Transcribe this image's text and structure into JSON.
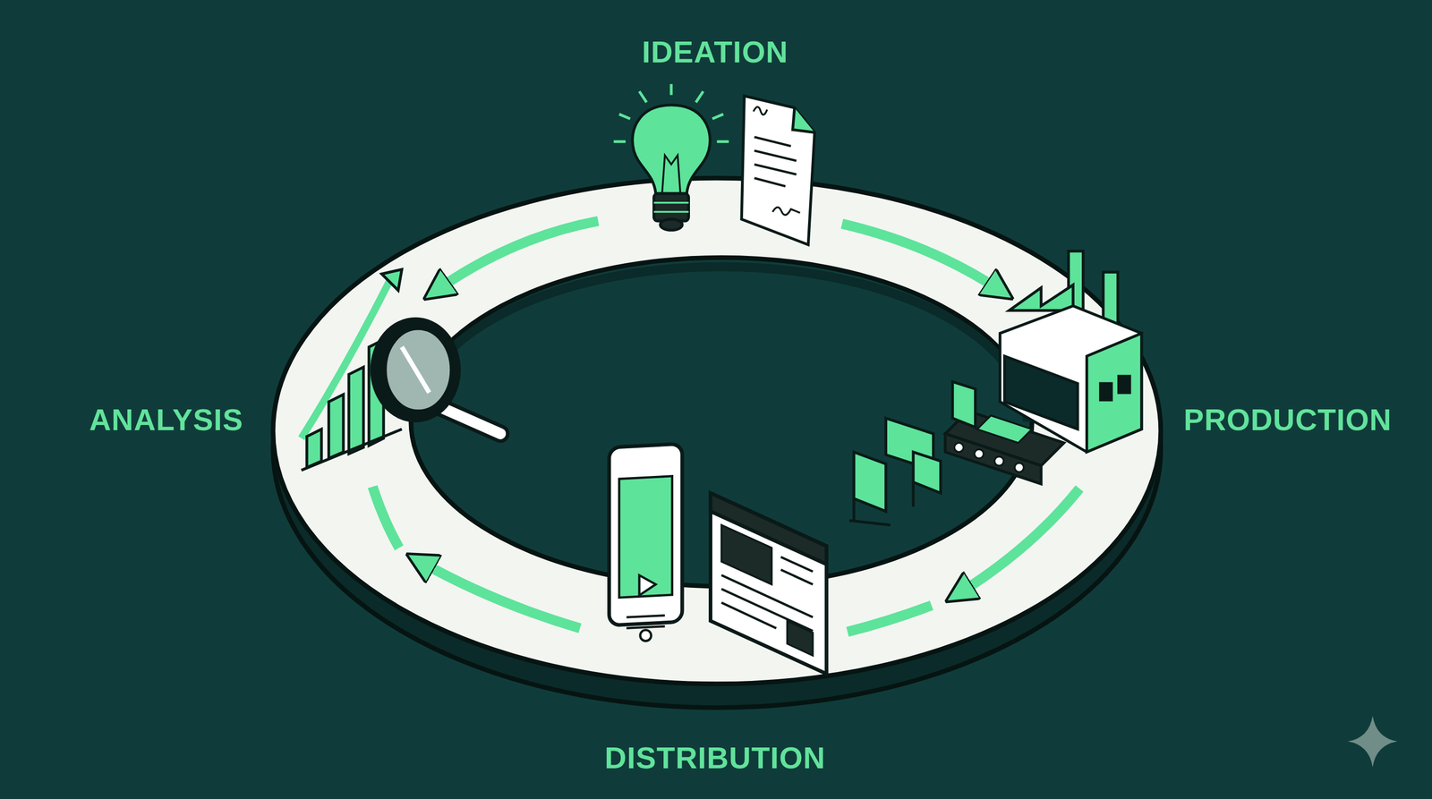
{
  "diagram": {
    "labels": [
      "IDEATION",
      "PRODUCTION",
      "DISTRIBUTION",
      "ANALYSIS"
    ]
  }
}
